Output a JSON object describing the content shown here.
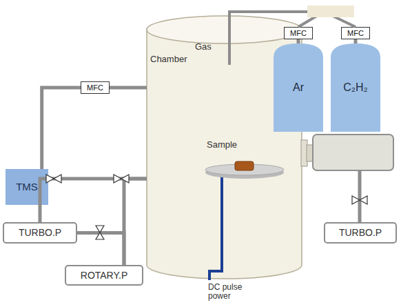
{
  "diagram": {
    "nodes": [
      {
        "text": [
          "Chamber"
        ]
      },
      {
        "text": [
          "TMS"
        ]
      },
      {
        "text": [
          "MFC"
        ]
      },
      {
        "text": [
          "MFC"
        ]
      },
      {
        "text": [
          "MFC"
        ]
      },
      {
        "text": [
          "Ar"
        ]
      },
      {
        "text": [
          "C₂H₂"
        ]
      },
      {
        "text": [
          "TURBO.P"
        ]
      },
      {
        "text": [
          "ROTARY.P"
        ]
      },
      {
        "text": [
          "TURBO.P"
        ]
      }
    ],
    "edges": [
      {
        "from": 1,
        "to": 2,
        "arrow": "none"
      },
      {
        "from": 2,
        "to": 0,
        "arrow": "none"
      },
      {
        "from": 5,
        "to": 3,
        "arrow": "none"
      },
      {
        "from": 6,
        "to": 4,
        "arrow": "none"
      },
      {
        "from": 3,
        "to": 0,
        "arrow": "none"
      },
      {
        "from": 4,
        "to": 0,
        "arrow": "none"
      },
      {
        "from": 7,
        "to": 0,
        "arrow": "none"
      },
      {
        "from": 8,
        "to": 0,
        "arrow": "none"
      },
      {
        "from": 7,
        "to": 8,
        "arrow": "none"
      }
    ],
    "labels": [
      "Gas",
      "Sample",
      "DC pulse power"
    ]
  }
}
